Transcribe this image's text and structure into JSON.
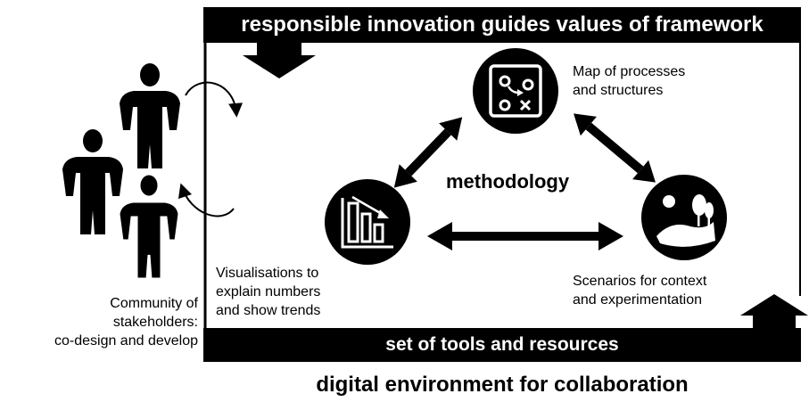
{
  "banners": {
    "top": "responsible innovation guides values of framework",
    "bottom": "set of tools and resources"
  },
  "center_label": "methodology",
  "footer_label": "digital environment for collaboration",
  "nodes": {
    "map": {
      "lines": [
        "Map of processes",
        "and structures"
      ],
      "icon": "process-map-icon"
    },
    "visualisations": {
      "lines": [
        "Visualisations to",
        "explain numbers",
        "and show trends"
      ],
      "icon": "bar-chart-icon"
    },
    "scenarios": {
      "lines": [
        "Scenarios for context",
        "and experimentation"
      ],
      "icon": "landscape-icon"
    }
  },
  "community": {
    "lines": [
      "Community of",
      "stakeholders:",
      "co-design and develop"
    ],
    "icon": "people-group-icon"
  },
  "colors": {
    "ink": "#000000",
    "paper": "#ffffff"
  }
}
